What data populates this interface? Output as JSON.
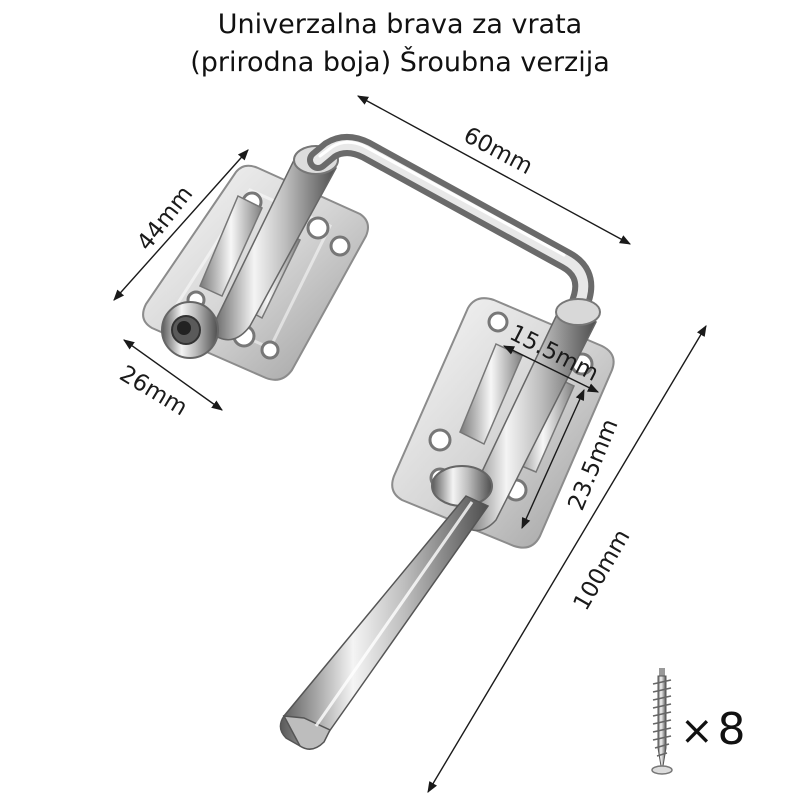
{
  "title": {
    "line1": "Univerzalna brava za vrata",
    "line2": "(prirodna boja) Šroubna verzija"
  },
  "dimensions": {
    "width_top": "60mm",
    "plate_height": "44mm",
    "plate_width": "26mm",
    "bolt_spacing": "15.5mm",
    "hole_spacing": "23.5mm",
    "total_length": "100mm"
  },
  "screws": {
    "multiplier": "×",
    "count": "8"
  },
  "colors": {
    "metal_light": "#f2f2f2",
    "metal_mid": "#c8c8c8",
    "metal_dark": "#6e6e6e"
  },
  "icons": {
    "screw": "screw-icon"
  }
}
